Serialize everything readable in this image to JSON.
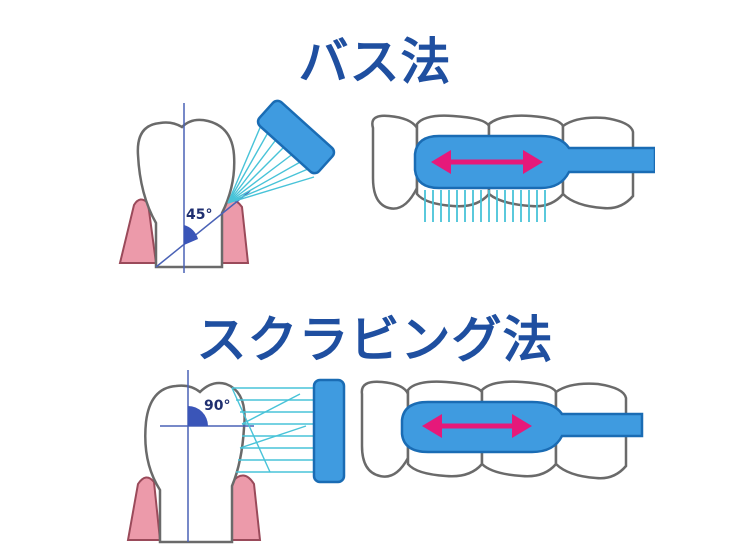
{
  "colors": {
    "title": "#1f4fa0",
    "brush_blue": "#3f9be0",
    "brush_outline": "#1a6cb4",
    "bristle": "#48c3d8",
    "gum": "#ec9aaa",
    "gum_outline": "#9a4a5a",
    "tooth_outline": "#6a6a6a",
    "arrow": "#e6197a",
    "angle_fill": "#3a55b8",
    "guide_line": "#4a62b6"
  },
  "bass": {
    "title": "バス法",
    "angle_label": "45°"
  },
  "scrub": {
    "title": "スクラビング法",
    "angle_label": "90°"
  }
}
